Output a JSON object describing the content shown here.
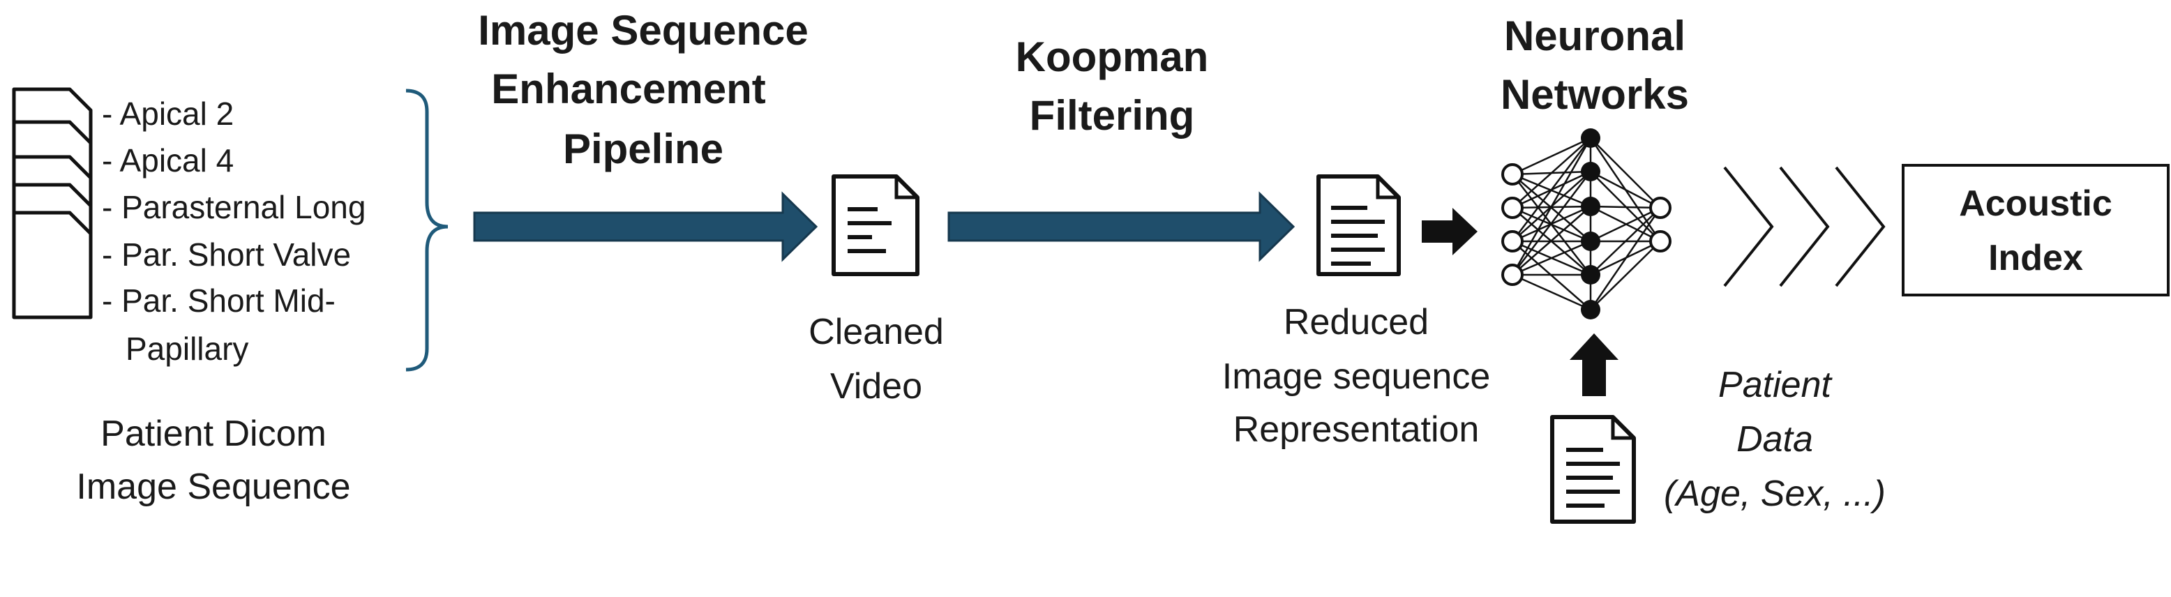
{
  "input": {
    "views": [
      "- Apical 2",
      "- Apical 4",
      "- Parasternal Long",
      "- Par. Short Valve",
      "- Par. Short Mid-",
      "Papillary"
    ],
    "caption": [
      "Patient Dicom",
      "Image Sequence"
    ]
  },
  "stage1": {
    "heading": [
      "Image Sequence",
      "Enhancement",
      "Pipeline"
    ]
  },
  "cleaned": {
    "caption": [
      "Cleaned",
      "Video"
    ]
  },
  "stage2": {
    "heading": [
      "Koopman",
      "Filtering"
    ]
  },
  "reduced": {
    "caption": [
      "Reduced",
      "Image sequence",
      "Representation"
    ]
  },
  "network": {
    "heading": [
      "Neuronal",
      "Networks"
    ]
  },
  "patient": {
    "caption": [
      "Patient",
      "Data",
      "(Age, Sex, ...)"
    ]
  },
  "output": {
    "label": [
      "Acoustic",
      "Index"
    ]
  },
  "colors": {
    "arrow_fill": "#1f4e6b",
    "arrow_stroke": "#16384e",
    "brace": "#1f5a7a",
    "ink": "#111111"
  }
}
